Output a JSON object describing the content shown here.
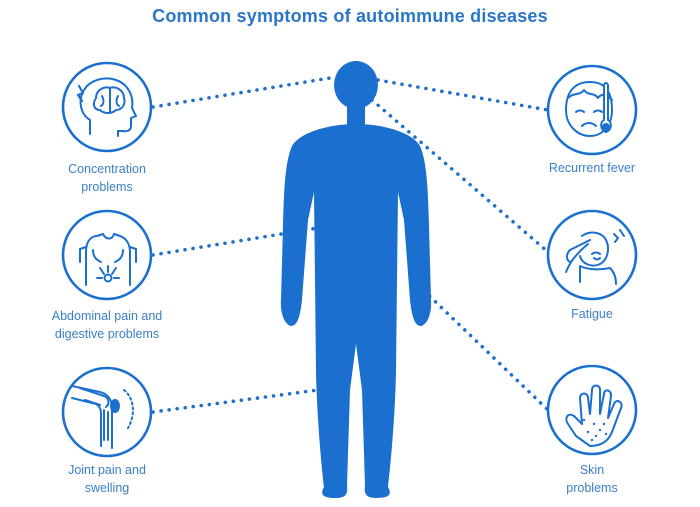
{
  "title": "Common symptoms of autoimmune diseases",
  "colors": {
    "primary": "#1b6fcf",
    "text": "#3a7fc8",
    "title": "#2a76c8"
  },
  "symptoms": [
    {
      "icon": "brain-head-icon",
      "lines": [
        "Concentration",
        "problems"
      ]
    },
    {
      "icon": "abdomen-icon",
      "lines": [
        "Abdominal pain and",
        "digestive problems"
      ]
    },
    {
      "icon": "knee-joint-icon",
      "lines": [
        "Joint pain and",
        "swelling"
      ]
    },
    {
      "icon": "fever-thermometer-icon",
      "lines": [
        "Recurrent fever"
      ]
    },
    {
      "icon": "tired-person-icon",
      "lines": [
        "Fatigue"
      ]
    },
    {
      "icon": "skin-hand-icon",
      "lines": [
        "Skin",
        "problems"
      ]
    }
  ]
}
